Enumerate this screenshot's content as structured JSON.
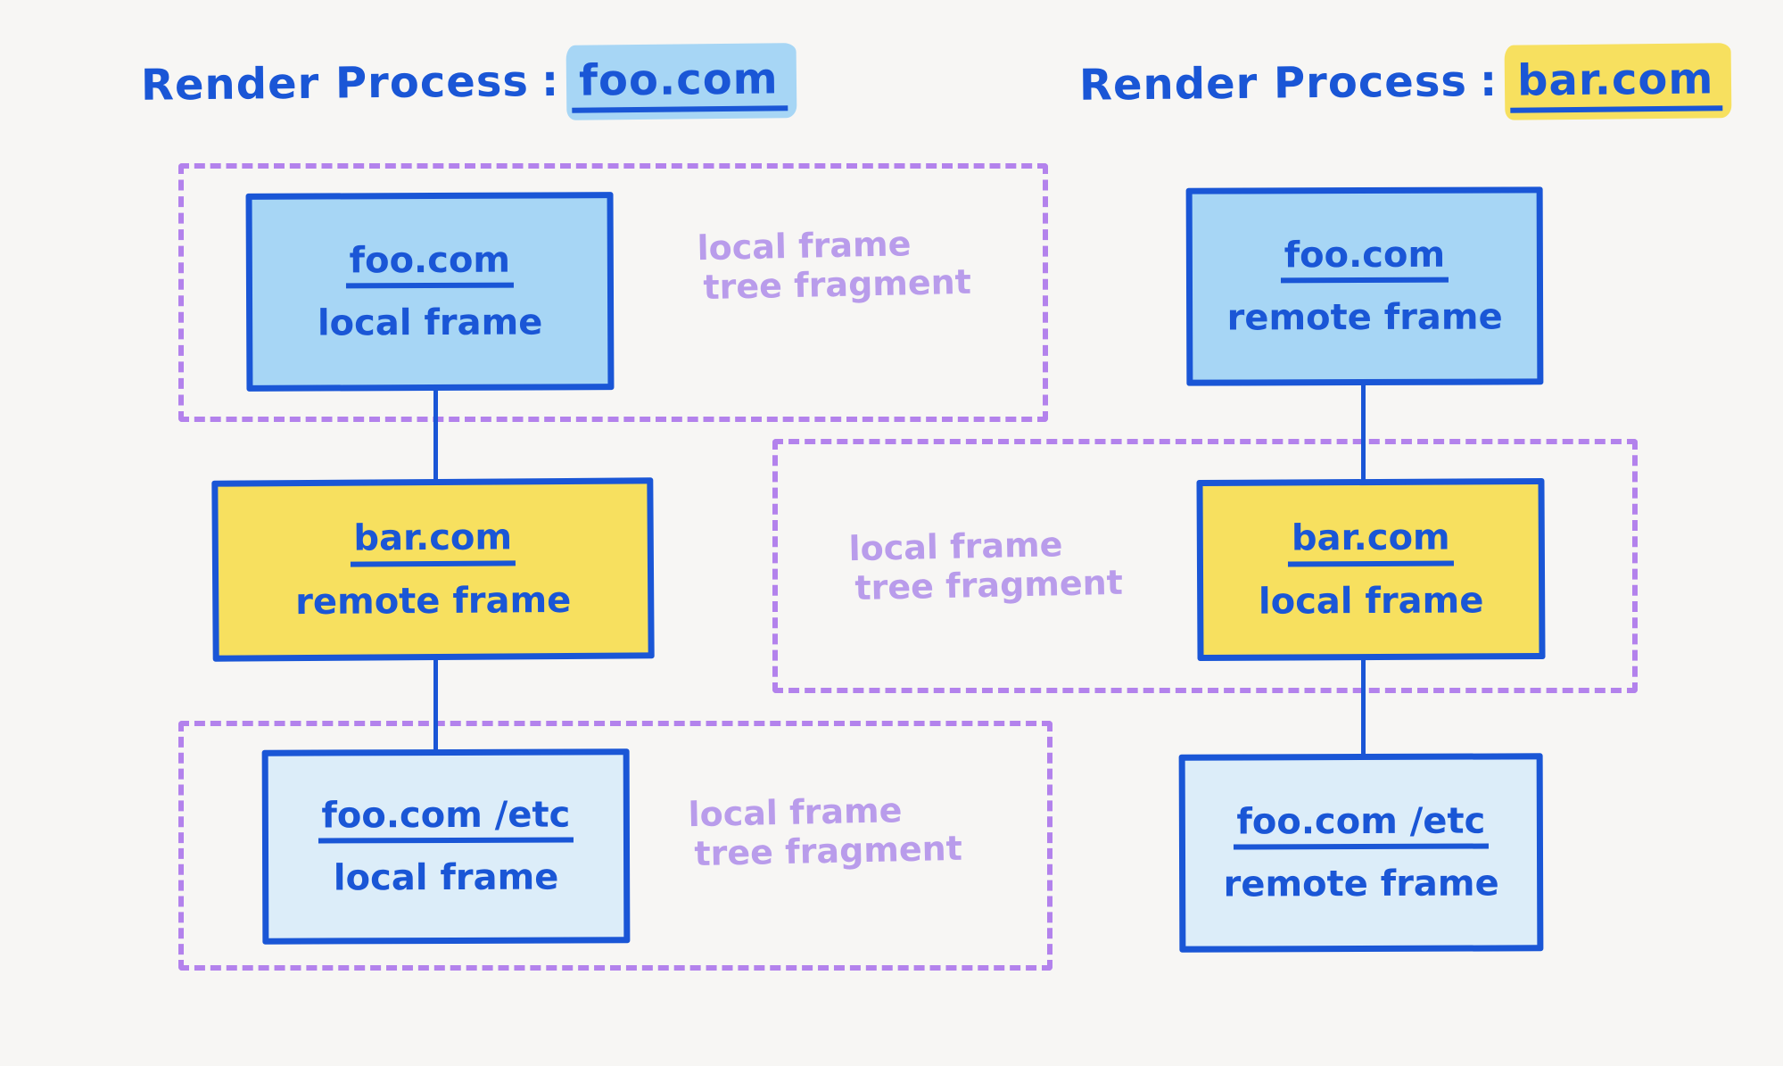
{
  "diagram": {
    "title_left": {
      "prefix": "Render Process",
      "colon": ":",
      "highlight": "foo.com",
      "highlight_color": "#a7d6f5"
    },
    "title_right": {
      "prefix": "Render Process",
      "colon": ":",
      "highlight": "bar.com",
      "highlight_color": "#f7e05f"
    },
    "colors": {
      "background": "#f7f6f4",
      "stroke_blue": "#1a56d6",
      "fill_blue": "#a7d6f5",
      "fill_light_blue": "#dcedf9",
      "fill_yellow": "#f7e05f",
      "dashed_purple": "#b382ec",
      "label_purple": "#b99ceb"
    },
    "left_process": {
      "nodes": [
        {
          "url": "foo.com",
          "kind": "local frame",
          "fill": "blue"
        },
        {
          "url": "bar.com",
          "kind": "remote frame",
          "fill": "yellow"
        },
        {
          "url": "foo.com /etc",
          "kind": "local frame",
          "fill": "lblue"
        }
      ],
      "fragments": [
        {
          "label_line1": "local frame",
          "label_line2": "tree fragment"
        },
        {
          "label_line1": "local frame",
          "label_line2": "tree fragment"
        }
      ]
    },
    "right_process": {
      "nodes": [
        {
          "url": "foo.com",
          "kind": "remote frame",
          "fill": "blue"
        },
        {
          "url": "bar.com",
          "kind": "local frame",
          "fill": "yellow"
        },
        {
          "url": "foo.com /etc",
          "kind": "remote frame",
          "fill": "lblue"
        }
      ],
      "fragments": [
        {
          "label_line1": "local frame",
          "label_line2": "tree fragment"
        }
      ]
    }
  }
}
